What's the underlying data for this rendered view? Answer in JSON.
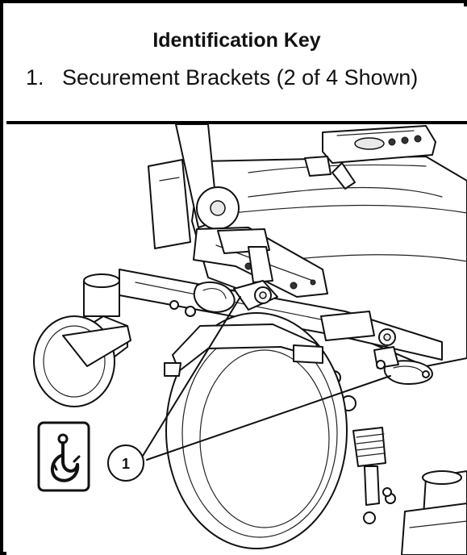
{
  "identification_key": {
    "title": "Identification Key",
    "items": [
      {
        "number": "1.",
        "label": "Securement Brackets (2 of 4 Shown)"
      }
    ]
  },
  "illustration": {
    "callouts": [
      {
        "label": "1"
      }
    ],
    "icons": {
      "securement_symbol": "hook-icon"
    }
  }
}
